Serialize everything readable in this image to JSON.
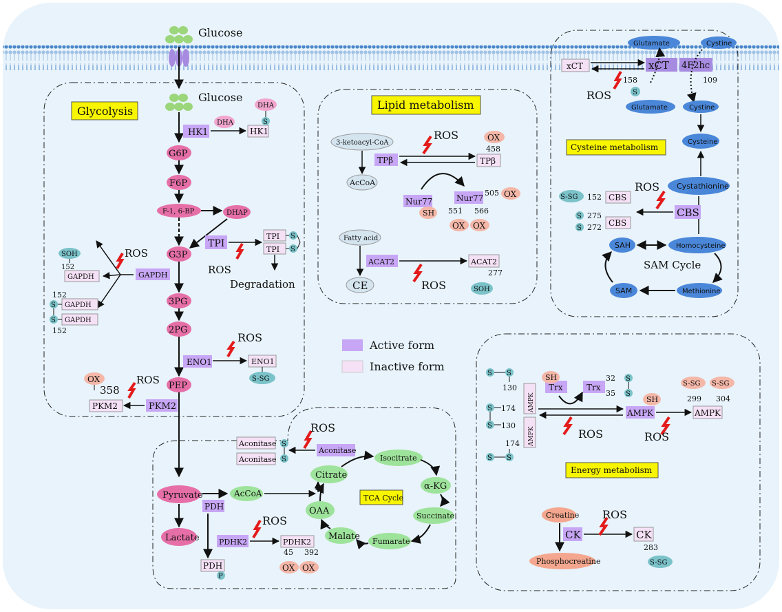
{
  "membrane": {
    "glucose_out": "Glucose",
    "glucose_in": "Glucose"
  },
  "titles": {
    "glycolysis": "Glycolysis",
    "lipid": "Lipid metabolism",
    "cysteine": "Cysteine metabolism",
    "tca": "TCA Cycle",
    "energy": "Energy metabolism"
  },
  "legend": {
    "active": "Active form",
    "inactive": "Inactive form",
    "active_color": "#c7a6f5",
    "inactive_color": "#f5e1f5"
  },
  "common": {
    "ros": "ROS",
    "s": "S",
    "ox": "OX",
    "ssg": "S-SG",
    "soh": "SOH",
    "sh": "SH",
    "p": "P"
  },
  "glycolysis": {
    "hk1": "HK1",
    "dha": "DHA",
    "metabolites": [
      "G6P",
      "F6P",
      "F-1, 6-BP",
      "DHAP",
      "G3P",
      "3PG",
      "2PG",
      "PEP"
    ],
    "tpi": "TPI",
    "degradation": "Degradation",
    "gapdh": "GAPDH",
    "gapdh_sites": [
      "152",
      "152",
      "152"
    ],
    "eno1": "ENO1",
    "pkm2": "PKM2",
    "pkm2_site": "358"
  },
  "lipid": {
    "ketoacyl": "3-ketoacyl-CoA",
    "accoa": "AcCoA",
    "tpb": "TPβ",
    "tpb_site": "458",
    "nur77": "Nur77",
    "nur77_sites": [
      "505",
      "551",
      "566"
    ],
    "fatty_acid": "Fatty acid",
    "acat2": "ACAT2",
    "acat2_site": "277",
    "ce": "CE"
  },
  "cysteine": {
    "glutamate_out": "Glutamate",
    "cystine_out": "Cystine",
    "xct": "xCT",
    "f2hc": "4F2hc",
    "sites_top": [
      "158",
      "109"
    ],
    "glutamate_in": "Glutamate",
    "cystine_in": "Cystine",
    "cysteine": "Cysteine",
    "cystathionine": "Cystathionine",
    "cbs": "CBS",
    "cbs_sites": [
      "152",
      "275",
      "272"
    ],
    "sah": "SAH",
    "homocysteine": "Homocysteine",
    "sam_cycle": "SAM Cycle",
    "sam": "SAM",
    "methionine": "Methionine"
  },
  "tca": {
    "pyruvate": "Pyruvate",
    "lactate": "Lactate",
    "pdh": "PDH",
    "accoa": "AcCoA",
    "pdhk2": "PDHK2",
    "pdhk2_sites": [
      "45",
      "392"
    ],
    "aconitase": "Aconitase",
    "citrate": "Citrate",
    "isocitrate": "Isocitrate",
    "akg": "α-KG",
    "succinate": "Succinate",
    "fumarate": "Fumarate",
    "malate": "Malate",
    "oaa": "OAA"
  },
  "energy": {
    "ampk": "AMPK",
    "ampk_sites": [
      "130",
      "174",
      "130",
      "174"
    ],
    "trx": "Trx",
    "trx_sites": [
      "32",
      "35"
    ],
    "ampk_ox_sites": [
      "299",
      "304"
    ],
    "creatine": "Creatine",
    "ck": "CK",
    "ck_site": "283",
    "phosphocreatine": "Phosphocreatine"
  }
}
